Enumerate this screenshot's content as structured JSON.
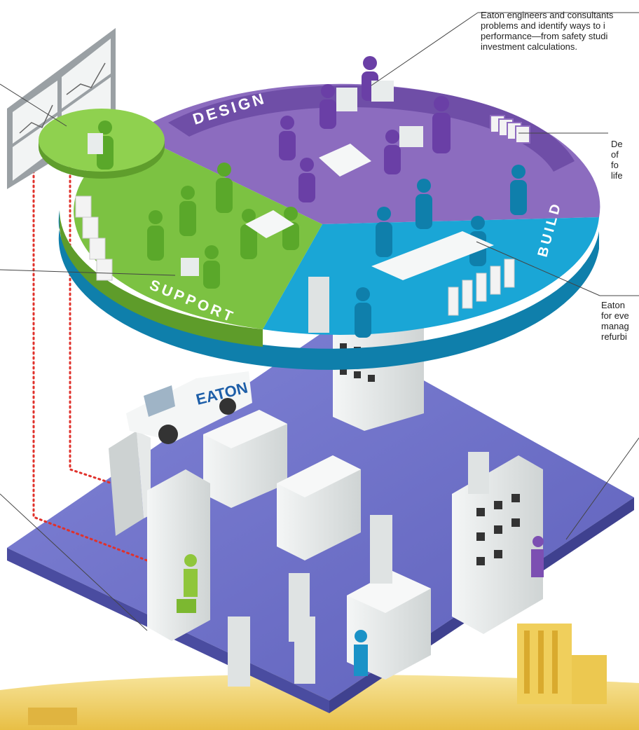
{
  "segments": {
    "design": "DESIGN",
    "build": "BUILD",
    "support": "SUPPORT"
  },
  "van_brand": "EATON",
  "callouts": {
    "top_right": [
      "Eaton engineers and consultants",
      "problems and identify ways to i",
      "performance—from safety studi",
      "investment calculations."
    ],
    "mid_right": [
      "De",
      "of",
      "fo",
      "life"
    ],
    "lower_right": [
      "Eaton",
      "for eve",
      "manag",
      "refurbi"
    ]
  },
  "colors": {
    "design": "#8c6cbf",
    "build": "#1aa6d6",
    "support": "#7cc242",
    "floor": "#6f72c9",
    "ground": "#f2d36b",
    "dotted_line": "#e0312b"
  }
}
